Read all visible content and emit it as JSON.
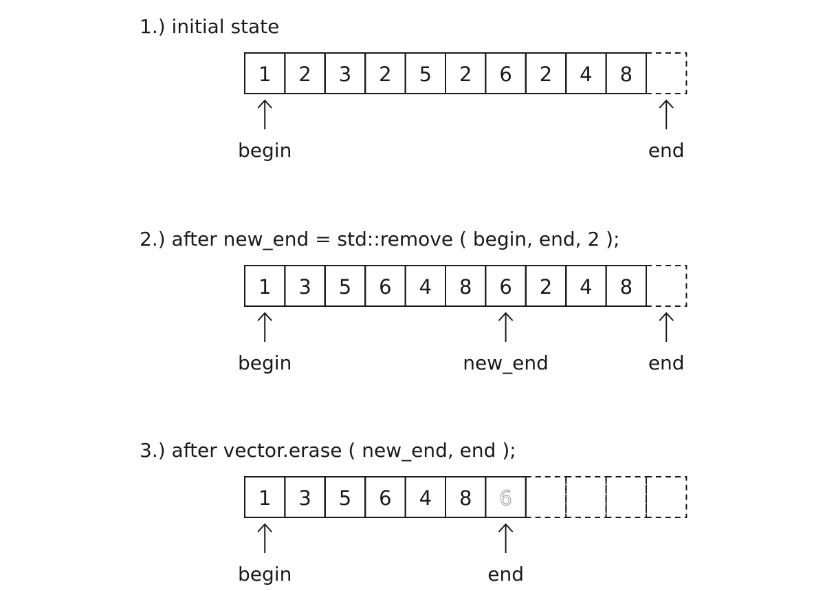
{
  "steps": [
    {
      "title": "1.) initial state",
      "cells": [
        {
          "value": "1",
          "style": "solid"
        },
        {
          "value": "2",
          "style": "solid"
        },
        {
          "value": "3",
          "style": "solid"
        },
        {
          "value": "2",
          "style": "solid"
        },
        {
          "value": "5",
          "style": "solid"
        },
        {
          "value": "2",
          "style": "solid"
        },
        {
          "value": "6",
          "style": "solid"
        },
        {
          "value": "2",
          "style": "solid"
        },
        {
          "value": "4",
          "style": "solid"
        },
        {
          "value": "8",
          "style": "solid"
        },
        {
          "value": "",
          "style": "dashed"
        }
      ],
      "pointers": [
        {
          "label": "begin",
          "index": 0
        },
        {
          "label": "end",
          "index": 10
        }
      ]
    },
    {
      "title": "2.) after new_end = std::remove ( begin, end, 2 );",
      "cells": [
        {
          "value": "1",
          "style": "solid"
        },
        {
          "value": "3",
          "style": "solid"
        },
        {
          "value": "5",
          "style": "solid"
        },
        {
          "value": "6",
          "style": "solid"
        },
        {
          "value": "4",
          "style": "solid"
        },
        {
          "value": "8",
          "style": "solid"
        },
        {
          "value": "6",
          "style": "solid"
        },
        {
          "value": "2",
          "style": "solid"
        },
        {
          "value": "4",
          "style": "solid"
        },
        {
          "value": "8",
          "style": "solid"
        },
        {
          "value": "",
          "style": "dashed"
        }
      ],
      "pointers": [
        {
          "label": "begin",
          "index": 0
        },
        {
          "label": "new_end",
          "index": 6
        },
        {
          "label": "end",
          "index": 10
        }
      ]
    },
    {
      "title": "3.) after vector.erase ( new_end, end );",
      "cells": [
        {
          "value": "1",
          "style": "solid"
        },
        {
          "value": "3",
          "style": "solid"
        },
        {
          "value": "5",
          "style": "solid"
        },
        {
          "value": "6",
          "style": "solid"
        },
        {
          "value": "4",
          "style": "solid"
        },
        {
          "value": "8",
          "style": "solid"
        },
        {
          "value": "6",
          "style": "ghost"
        },
        {
          "value": "",
          "style": "dashed"
        },
        {
          "value": "",
          "style": "dashed"
        },
        {
          "value": "",
          "style": "dashed"
        },
        {
          "value": "",
          "style": "dashed"
        }
      ],
      "pointers": [
        {
          "label": "begin",
          "index": 0
        },
        {
          "label": "end",
          "index": 6
        }
      ]
    }
  ]
}
